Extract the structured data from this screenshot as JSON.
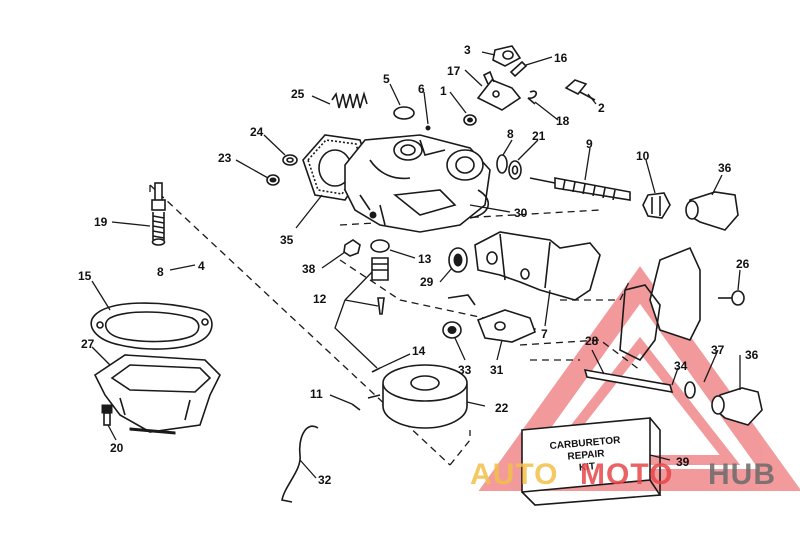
{
  "diagram": {
    "callouts": [
      {
        "id": "c1",
        "text": "1"
      },
      {
        "id": "c2",
        "text": "2"
      },
      {
        "id": "c3",
        "text": "3"
      },
      {
        "id": "c4",
        "text": "4"
      },
      {
        "id": "c5",
        "text": "5"
      },
      {
        "id": "c6",
        "text": "6"
      },
      {
        "id": "c7",
        "text": "7"
      },
      {
        "id": "c8a",
        "text": "8"
      },
      {
        "id": "c8b",
        "text": "8"
      },
      {
        "id": "c9",
        "text": "9"
      },
      {
        "id": "c10",
        "text": "10"
      },
      {
        "id": "c11",
        "text": "11"
      },
      {
        "id": "c12",
        "text": "12"
      },
      {
        "id": "c13",
        "text": "13"
      },
      {
        "id": "c14",
        "text": "14"
      },
      {
        "id": "c15",
        "text": "15"
      },
      {
        "id": "c16",
        "text": "16"
      },
      {
        "id": "c17",
        "text": "17"
      },
      {
        "id": "c18",
        "text": "18"
      },
      {
        "id": "c19",
        "text": "19"
      },
      {
        "id": "c20",
        "text": "20"
      },
      {
        "id": "c21",
        "text": "21"
      },
      {
        "id": "c22",
        "text": "22"
      },
      {
        "id": "c23",
        "text": "23"
      },
      {
        "id": "c24",
        "text": "24"
      },
      {
        "id": "c25",
        "text": "25"
      },
      {
        "id": "c26",
        "text": "26"
      },
      {
        "id": "c27",
        "text": "27"
      },
      {
        "id": "c28",
        "text": "28"
      },
      {
        "id": "c29",
        "text": "29"
      },
      {
        "id": "c30",
        "text": "30"
      },
      {
        "id": "c31",
        "text": "31"
      },
      {
        "id": "c32",
        "text": "32"
      },
      {
        "id": "c33",
        "text": "33"
      },
      {
        "id": "c34",
        "text": "34"
      },
      {
        "id": "c35",
        "text": "35"
      },
      {
        "id": "c36a",
        "text": "36"
      },
      {
        "id": "c36b",
        "text": "36"
      },
      {
        "id": "c37",
        "text": "37"
      },
      {
        "id": "c38",
        "text": "38"
      },
      {
        "id": "c39",
        "text": "39"
      }
    ],
    "kit_box": {
      "line1": "CARBURETOR",
      "line2": "REPAIR",
      "line3": "KIT"
    }
  },
  "watermark": {
    "part1": "AUTO",
    "part2": "MOTO",
    "part3": "HUB",
    "color_auto": "#f3c04a",
    "color_moto": "#e8474a",
    "color_hub": "#6b6b6b",
    "triangle_color": "#e8474a"
  }
}
